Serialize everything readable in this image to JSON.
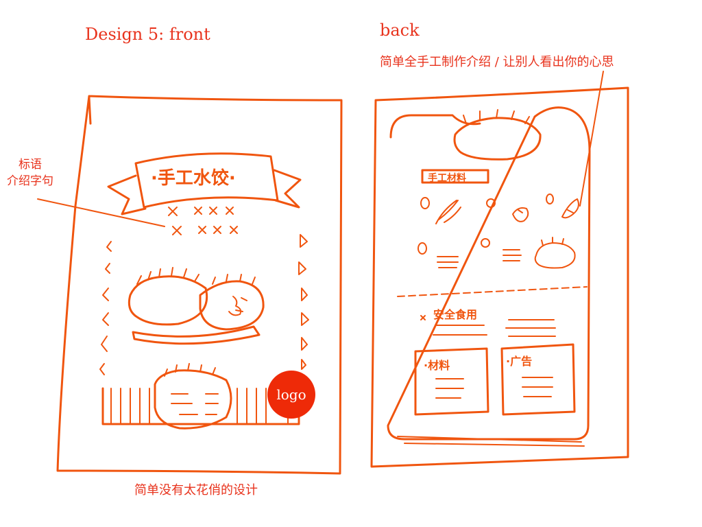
{
  "front": {
    "heading": "Design 5: front",
    "slogan_note": [
      "标语",
      "介绍字句"
    ],
    "banner_text": "·手工水饺·",
    "logo_label": "logo",
    "caption": "简单没有太花俏的设计"
  },
  "back": {
    "heading": "back",
    "annotation": "简单全手工制作介绍 / 让别人看出你的心思",
    "ingredients_label": "手工材料",
    "safety_label": "安全食用",
    "box_left_label": "·材料",
    "box_right_label": "·广告"
  },
  "colors": {
    "text": "#e8331d",
    "sketch_ink": "#f0550f",
    "logo_fill": "#ee2a08"
  }
}
